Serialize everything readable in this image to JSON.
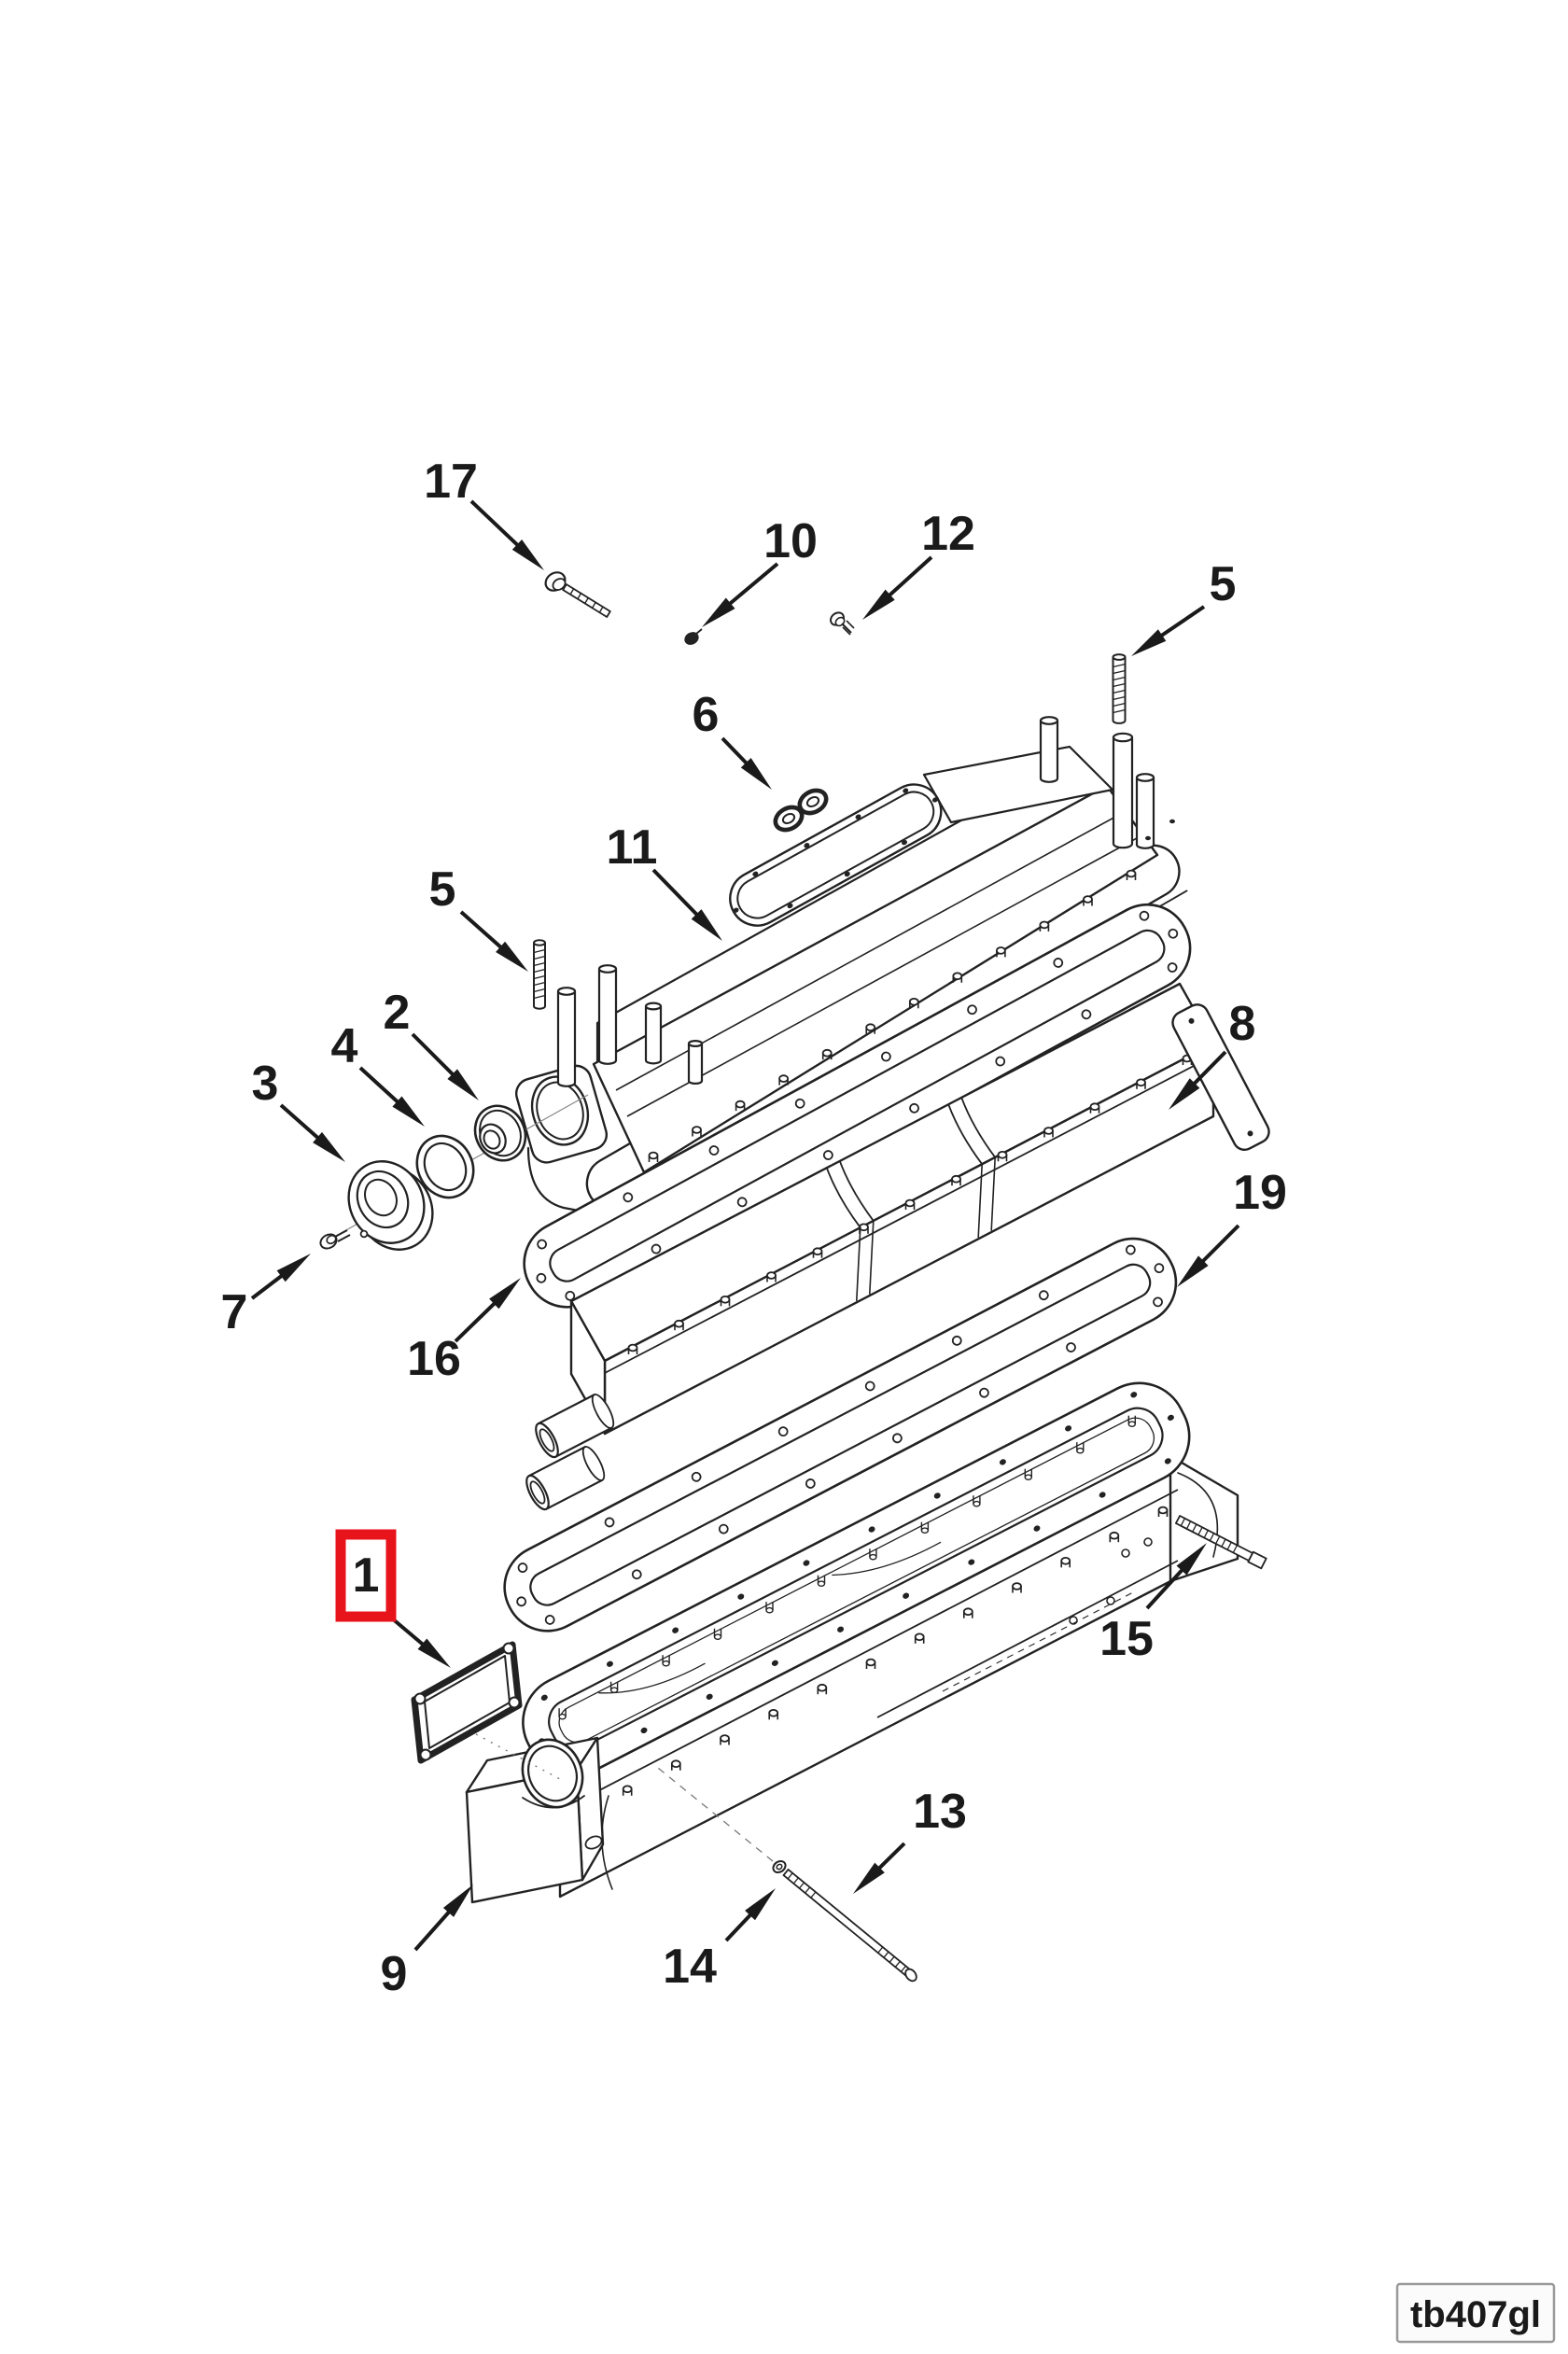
{
  "figure": {
    "type": "exploded-parts-diagram",
    "subject": "aftercooler housing assembly",
    "figure_code": "tb407gl",
    "background_color": "#ffffff",
    "line_color": "#222222",
    "highlight_color": "#e8141c"
  },
  "callouts": [
    {
      "number": "17",
      "highlighted": false
    },
    {
      "number": "10",
      "highlighted": false
    },
    {
      "number": "12",
      "highlighted": false
    },
    {
      "number": "5",
      "highlighted": false
    },
    {
      "number": "6",
      "highlighted": false
    },
    {
      "number": "11",
      "highlighted": false
    },
    {
      "number": "5",
      "highlighted": false
    },
    {
      "number": "2",
      "highlighted": false
    },
    {
      "number": "4",
      "highlighted": false
    },
    {
      "number": "3",
      "highlighted": false
    },
    {
      "number": "8",
      "highlighted": false
    },
    {
      "number": "19",
      "highlighted": false
    },
    {
      "number": "7",
      "highlighted": false
    },
    {
      "number": "16",
      "highlighted": false
    },
    {
      "number": "1",
      "highlighted": true
    },
    {
      "number": "15",
      "highlighted": false
    },
    {
      "number": "13",
      "highlighted": false
    },
    {
      "number": "9",
      "highlighted": false
    },
    {
      "number": "14",
      "highlighted": false
    }
  ]
}
